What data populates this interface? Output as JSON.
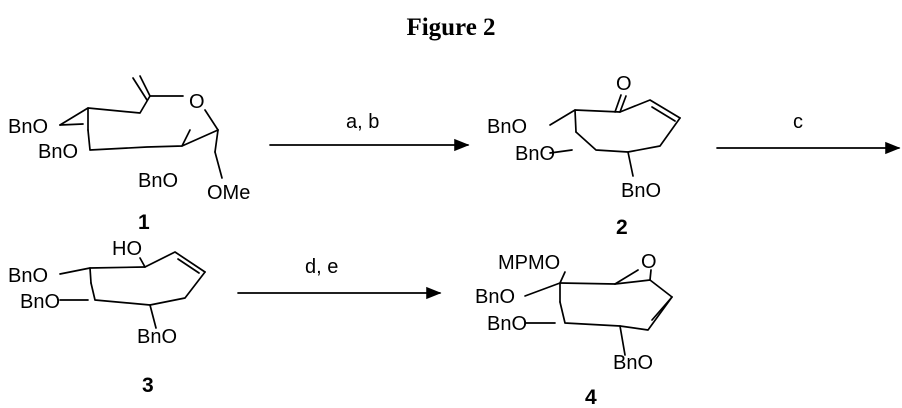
{
  "figure": {
    "title": "Figure 2"
  },
  "compounds": [
    {
      "number": "1",
      "labels": [
        "BnO",
        "BnO",
        "BnO",
        "O",
        "OMe"
      ]
    },
    {
      "number": "2",
      "labels": [
        "O",
        "BnO",
        "BnO",
        "BnO"
      ]
    },
    {
      "number": "3",
      "labels": [
        "HO",
        "BnO",
        "BnO",
        "BnO"
      ]
    },
    {
      "number": "4",
      "labels": [
        "MPMO",
        "O",
        "BnO",
        "BnO",
        "BnO"
      ]
    }
  ],
  "arrows": [
    {
      "conditions": "a, b"
    },
    {
      "conditions": "c"
    },
    {
      "conditions": "d, e"
    }
  ]
}
